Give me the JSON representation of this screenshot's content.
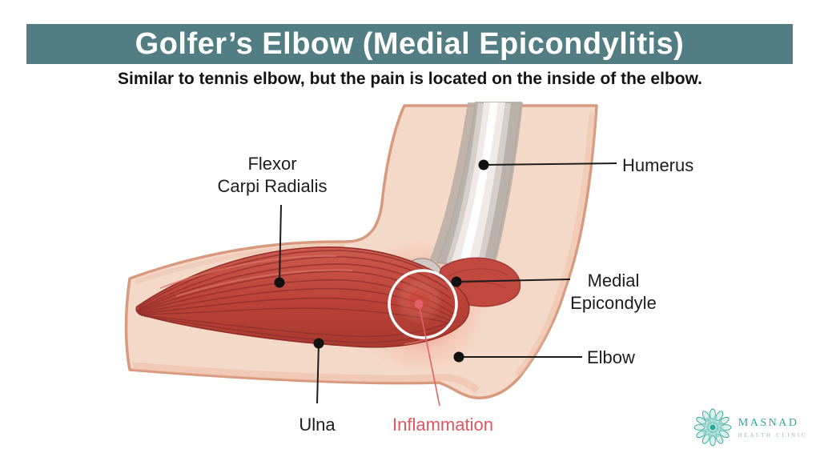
{
  "banner": {
    "title": "Golfer’s Elbow (Medial Epicondylitis)",
    "bg_color": "#527d82",
    "text_color": "#ffffff"
  },
  "subtitle": "Similar to tennis elbow, but the pain is located on the inside of the elbow.",
  "anatomy_labels": {
    "flexor_line1": "Flexor",
    "flexor_line2": "Carpi Radialis",
    "humerus": "Humerus",
    "medial_line1": "Medial",
    "medial_line2": "Epicondyle",
    "elbow": "Elbow",
    "ulna": "Ulna",
    "inflammation": "Inflammation"
  },
  "colors": {
    "banner_teal": "#527d82",
    "inflammation_red": "#e05560",
    "skin": "#f5d9c8",
    "skin_outline": "#d89a7e",
    "muscle_red": "#bb4238",
    "bone_gray": "#d6cec9",
    "logo_teal": "#2aa79b"
  },
  "logo": {
    "brand": "MASNAD",
    "tagline": "HEALTH CLINIC"
  }
}
